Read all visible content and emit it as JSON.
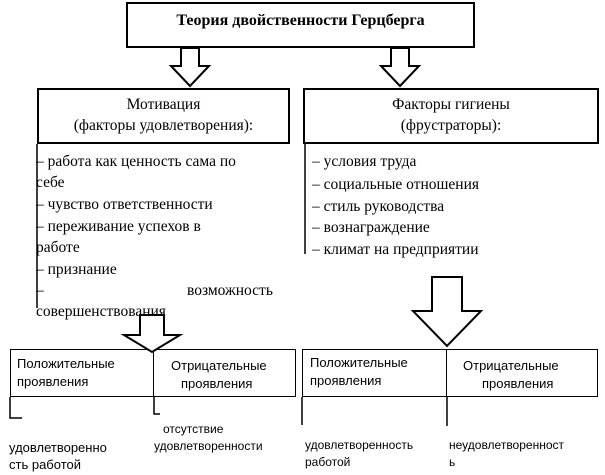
{
  "title": "Теория двойственности Герцберга",
  "motivation": {
    "heading_line1": "Мотивация",
    "heading_line2": "(факторы удовлетворения):",
    "items": [
      "– работа как ценность сама по",
      "себе",
      "– чувство ответственности",
      "– переживание успехов в",
      "работе",
      "– признание",
      "–",
      "возможность",
      "совершенствования"
    ]
  },
  "hygiene": {
    "heading_line1": "Факторы гигиены",
    "heading_line2": "(фрустраторы):",
    "items": [
      "– условия труда",
      "– социальные отношения",
      "– стиль руководства",
      "– вознаграждение",
      "– климат на предприятии"
    ]
  },
  "outcomes_left": {
    "positive_line1": "Положительные",
    "positive_line2": "проявления",
    "negative_line1": "Отрицательные",
    "negative_line2": "проявления",
    "positive_value_line1": "удовлетворенно",
    "positive_value_line2": "сть работой",
    "negative_value_line1": "отсутствие",
    "negative_value_line2": "удовлетворенности"
  },
  "outcomes_right": {
    "positive_line1": "Положительные",
    "positive_line2": "проявления",
    "negative_line1": "Отрицательные",
    "negative_line2": "проявления",
    "positive_value_line1": "удовлетворенность",
    "positive_value_line2": "работой",
    "negative_value_line1": "неудовлетворенност",
    "negative_value_line2": "ь"
  }
}
